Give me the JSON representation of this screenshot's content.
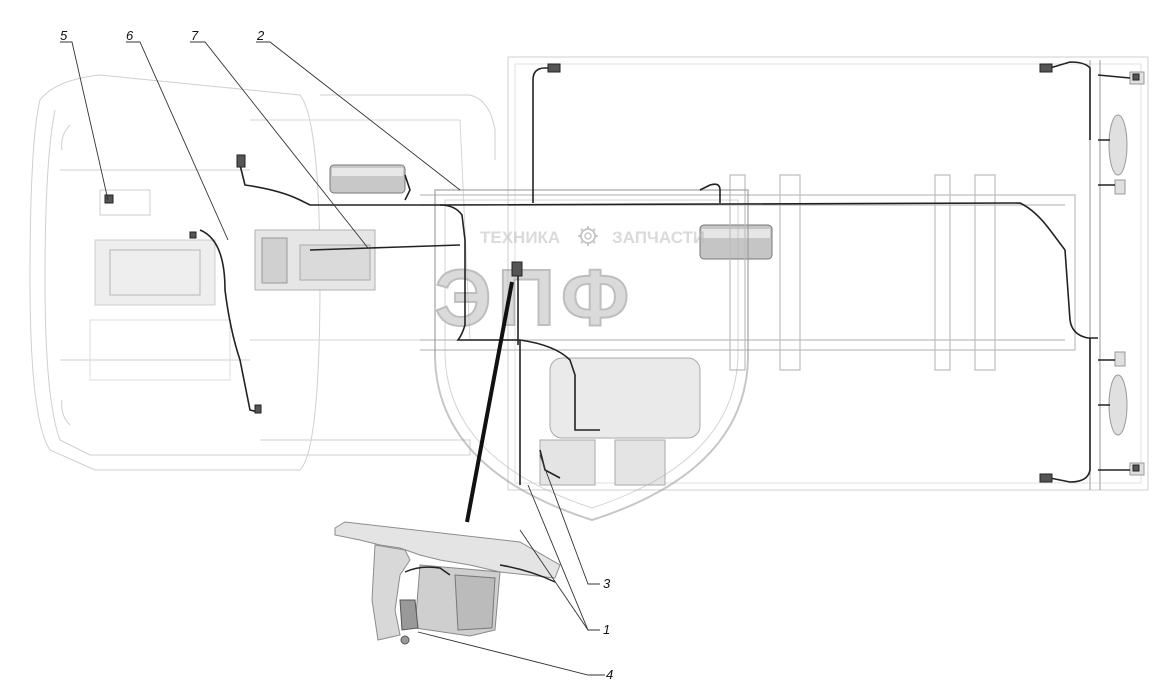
{
  "diagram": {
    "callouts": [
      {
        "id": "5",
        "label": "5"
      },
      {
        "id": "6",
        "label": "6"
      },
      {
        "id": "7",
        "label": "7"
      },
      {
        "id": "2",
        "label": "2"
      },
      {
        "id": "3",
        "label": "3"
      },
      {
        "id": "1",
        "label": "1"
      },
      {
        "id": "4",
        "label": "4"
      }
    ]
  },
  "watermark": {
    "brand_left": "ТЕХНИКА",
    "brand_right": "ЗАПЧАСТИ",
    "logo_letters": "ЭПФ",
    "gear_icon": "gear-icon"
  },
  "colors": {
    "line": "#222222",
    "outline": "#c8c8c8",
    "watermark": "#bdbdbd"
  }
}
